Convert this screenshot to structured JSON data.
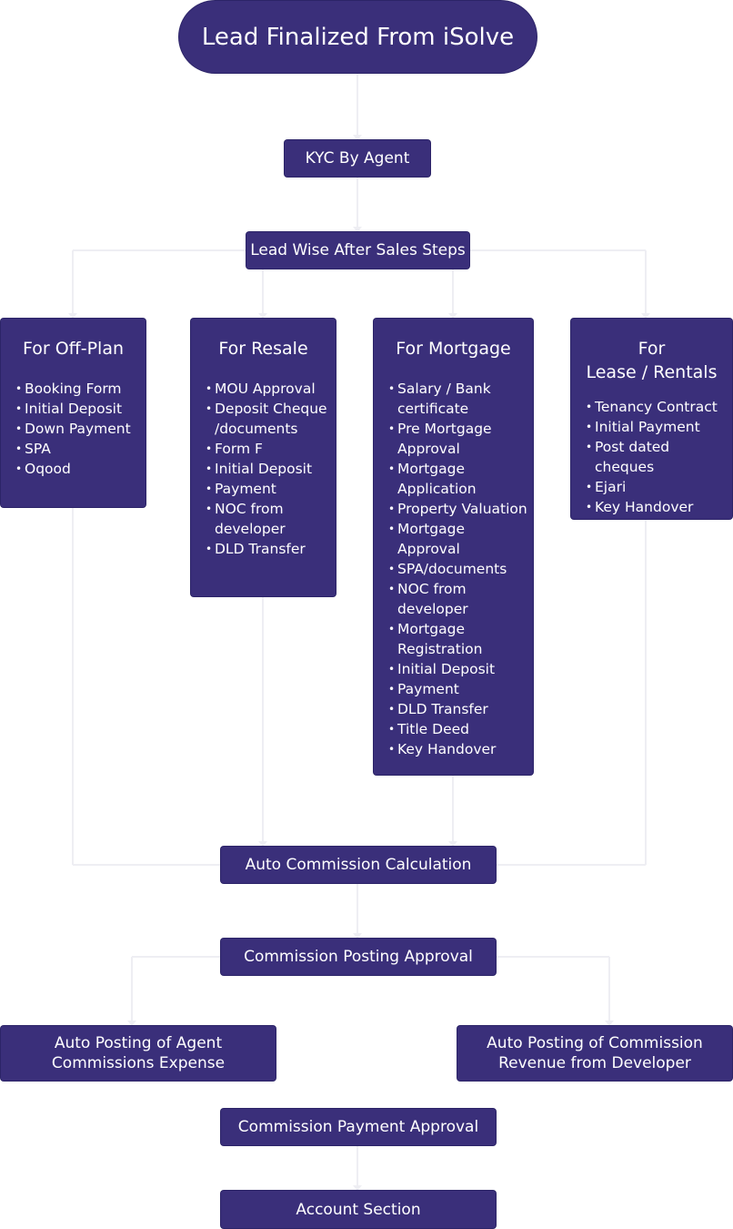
{
  "colors": {
    "box_fill": "#3a2f7a",
    "box_text": "#ffffff",
    "connector": "#eeeef3"
  },
  "flow": {
    "start": "Lead Finalized From iSolve",
    "kyc": "KYC By Agent",
    "lead_wise": "Lead Wise After Sales Steps",
    "auto_commission": "Auto Commission Calculation",
    "commission_posting": "Commission Posting Approval",
    "agent_expense": "Auto Posting of Agent\nCommissions Expense",
    "developer_revenue": "Auto Posting of Commission\nRevenue from Developer",
    "payment_approval": "Commission Payment Approval",
    "account_section": "Account Section"
  },
  "columns": {
    "off_plan": {
      "title": "For Off-Plan",
      "items": [
        "Booking Form",
        "Initial Deposit",
        "Down Payment",
        "SPA",
        "Oqood"
      ]
    },
    "resale": {
      "title": "For Resale",
      "items": [
        "MOU Approval",
        "Deposit Cheque\n/documents",
        "Form F",
        "Initial Deposit",
        "Payment",
        "NOC from\ndeveloper",
        "DLD Transfer"
      ]
    },
    "mortgage": {
      "title": "For Mortgage",
      "items": [
        "Salary / Bank\ncertificate",
        "Pre Mortgage\nApproval",
        "Mortgage\nApplication",
        "Property Valuation",
        "Mortgage Approval",
        "SPA/documents",
        "NOC from\ndeveloper",
        "Mortgage\nRegistration",
        "Initial Deposit",
        "Payment",
        "DLD Transfer",
        "Title Deed",
        "Key Handover"
      ]
    },
    "lease": {
      "title": "For\nLease / Rentals",
      "items": [
        "Tenancy Contract",
        "Initial Payment",
        "Post dated cheques",
        "Ejari",
        "Key Handover"
      ]
    }
  }
}
